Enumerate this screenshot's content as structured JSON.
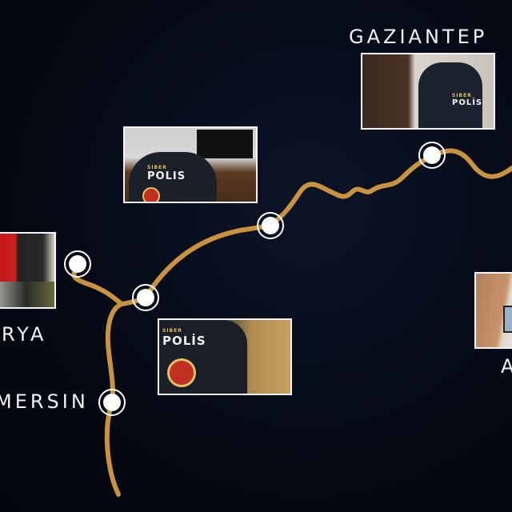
{
  "route_color": "#c9923f",
  "cities": [
    {
      "name": "GAZIANTEP"
    },
    {
      "name": "RYA"
    },
    {
      "name": "MERSIN"
    },
    {
      "name": "A"
    }
  ],
  "photos": [
    {
      "vest_top": "SIBER",
      "vest_main": "POLIS"
    },
    {
      "vest_top": "SIBER",
      "vest_main": "POLİS"
    },
    {
      "vest_top": "SIBER",
      "vest_main": "POLİS"
    }
  ]
}
